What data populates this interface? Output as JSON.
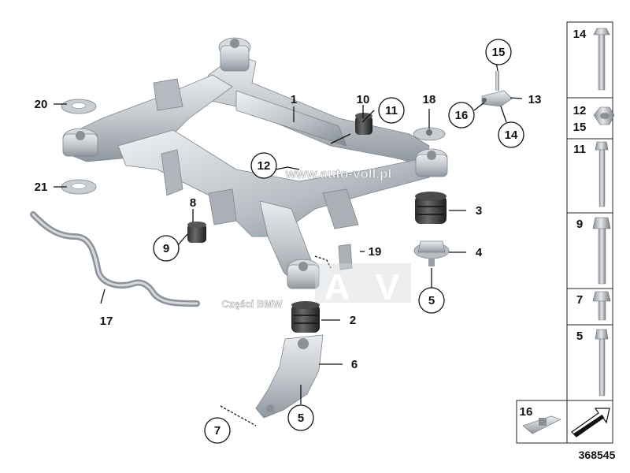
{
  "diagram_number": "368545",
  "watermark_url": "www.auto-voll.pl",
  "watermark_parts": "Części BMW",
  "watermark_letter_a": "A",
  "watermark_letter_v": "V",
  "callouts": {
    "c1": "1",
    "c2": "2",
    "c3": "3",
    "c4": "4",
    "c5a": "5",
    "c5b": "5",
    "c6": "6",
    "c7": "7",
    "c8": "8",
    "c9": "9",
    "c10": "10",
    "c11": "11",
    "c12": "12",
    "c13": "13",
    "c14": "14",
    "c15": "15",
    "c16": "16",
    "c17": "17",
    "c18": "18",
    "c19": "19",
    "c20": "20",
    "c21": "21"
  },
  "parts_column": {
    "p14": "14",
    "p12": "12",
    "p15": "15",
    "p11": "11",
    "p9": "9",
    "p7": "7",
    "p5": "5",
    "p16": "16"
  }
}
